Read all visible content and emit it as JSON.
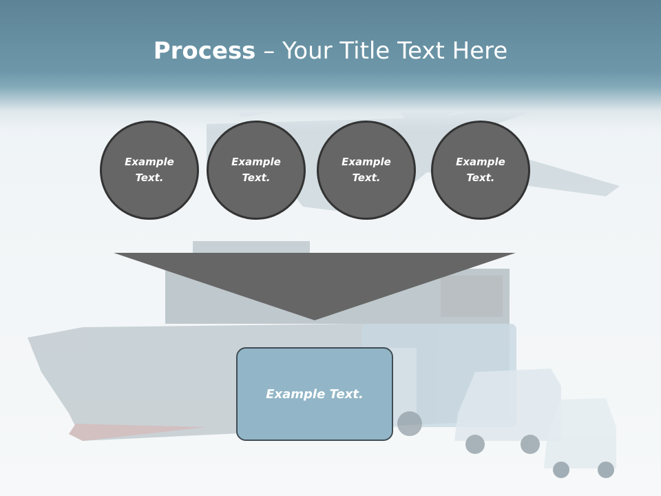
{
  "slide": {
    "title_bold": "Process",
    "title_rest": " – Your Title Text Here",
    "circles": [
      {
        "text": "Example Text."
      },
      {
        "text": "Example Text."
      },
      {
        "text": "Example Text."
      },
      {
        "text": "Example Text."
      }
    ],
    "result_box": {
      "text": "Example Text."
    }
  },
  "colors": {
    "header": "#6e98aa",
    "circle_fill": "#666666",
    "circle_border": "#333333",
    "funnel_fill": "#666666",
    "box_fill": "#92b6c7",
    "text": "#ffffff"
  }
}
